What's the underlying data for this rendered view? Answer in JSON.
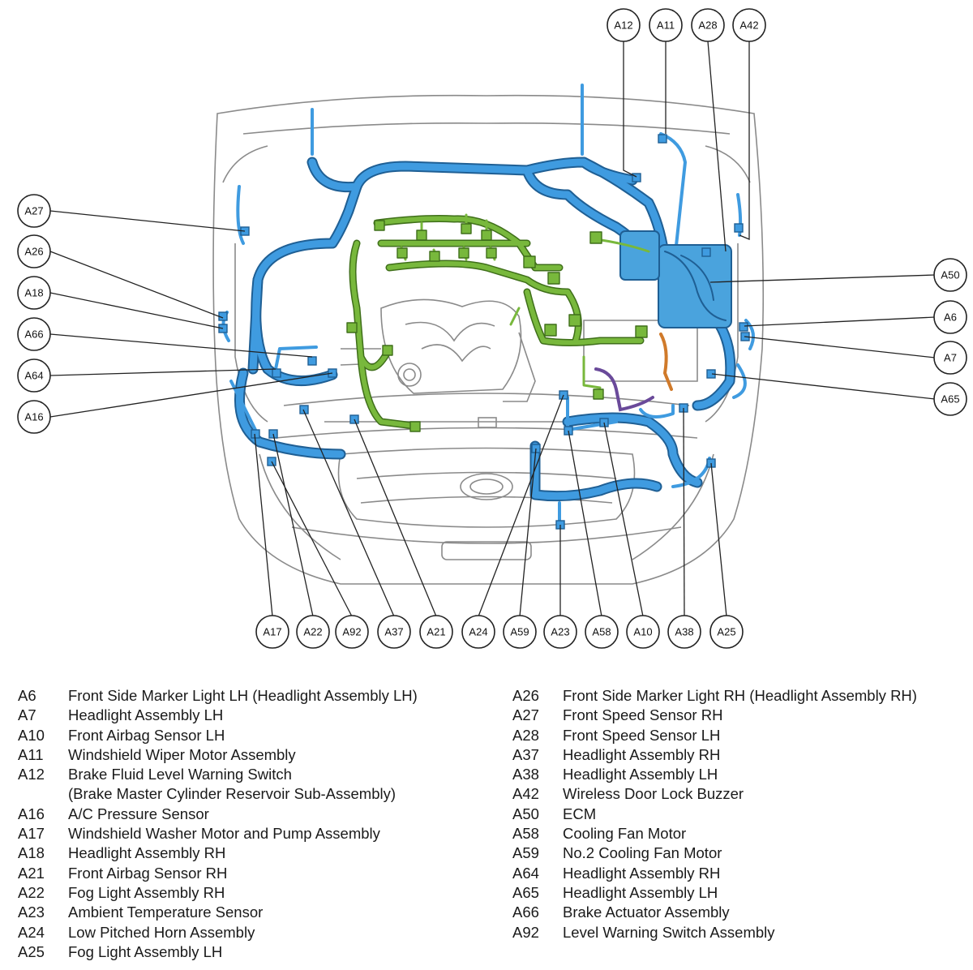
{
  "colors": {
    "harness_blue": "#3f9be0",
    "harness_blue_outline": "#1f5f94",
    "harness_green": "#78b83c",
    "harness_green_outline": "#3f6f1a",
    "harness_purple": "#6a4a9a",
    "harness_orange": "#d07a2a",
    "ecm_fill": "#4aa3dd",
    "car_outline": "#8a8a8a",
    "leader_line": "#222222",
    "bubble_border": "#222222"
  },
  "callouts": {
    "A12": "A12",
    "A11": "A11",
    "A28": "A28",
    "A42": "A42",
    "A27": "A27",
    "A26": "A26",
    "A18": "A18",
    "A66": "A66",
    "A64": "A64",
    "A16": "A16",
    "A50": "A50",
    "A6": "A6",
    "A7": "A7",
    "A65": "A65",
    "A17": "A17",
    "A22": "A22",
    "A92": "A92",
    "A37": "A37",
    "A21": "A21",
    "A24": "A24",
    "A59": "A59",
    "A23": "A23",
    "A58": "A58",
    "A10": "A10",
    "A38": "A38",
    "A25": "A25"
  },
  "legend": {
    "left": [
      {
        "code": "A6",
        "description": "Front Side Marker Light LH (Headlight Assembly LH)"
      },
      {
        "code": "A7",
        "description": "Headlight Assembly LH"
      },
      {
        "code": "A10",
        "description": "Front Airbag Sensor LH"
      },
      {
        "code": "A11",
        "description": "Windshield Wiper Motor Assembly"
      },
      {
        "code": "A12",
        "description": "Brake Fluid Level Warning Switch"
      },
      {
        "code": "",
        "description": "(Brake Master Cylinder Reservoir Sub-Assembly)"
      },
      {
        "code": "A16",
        "description": "A/C Pressure Sensor"
      },
      {
        "code": "A17",
        "description": "Windshield Washer Motor and Pump Assembly"
      },
      {
        "code": "A18",
        "description": "Headlight Assembly RH"
      },
      {
        "code": "A21",
        "description": "Front Airbag Sensor RH"
      },
      {
        "code": "A22",
        "description": "Fog Light Assembly RH"
      },
      {
        "code": "A23",
        "description": "Ambient Temperature Sensor"
      },
      {
        "code": "A24",
        "description": "Low Pitched Horn Assembly"
      },
      {
        "code": "A25",
        "description": "Fog Light Assembly LH"
      }
    ],
    "right": [
      {
        "code": "A26",
        "description": "Front Side Marker Light RH (Headlight Assembly RH)"
      },
      {
        "code": "A27",
        "description": "Front Speed Sensor RH"
      },
      {
        "code": "A28",
        "description": "Front Speed Sensor LH"
      },
      {
        "code": "A37",
        "description": "Headlight Assembly RH"
      },
      {
        "code": "A38",
        "description": "Headlight Assembly LH"
      },
      {
        "code": "A42",
        "description": "Wireless Door Lock Buzzer"
      },
      {
        "code": "A50",
        "description": "ECM"
      },
      {
        "code": "A58",
        "description": "Cooling Fan Motor"
      },
      {
        "code": "A59",
        "description": "No.2 Cooling Fan Motor"
      },
      {
        "code": "A64",
        "description": "Headlight Assembly RH"
      },
      {
        "code": "A65",
        "description": "Headlight Assembly LH"
      },
      {
        "code": "A66",
        "description": "Brake Actuator Assembly"
      },
      {
        "code": "A92",
        "description": "Level Warning Switch Assembly"
      }
    ]
  }
}
